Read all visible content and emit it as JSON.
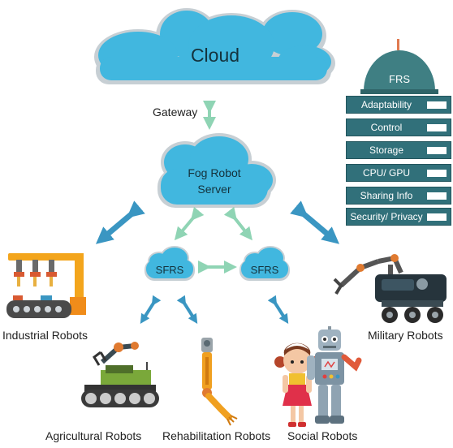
{
  "colors": {
    "cloud": "#41b7df",
    "cloud_outline": "#c7cfd4",
    "frs_panel": "#31707a",
    "arrow_light": "#8fd4b4",
    "arrow_blue": "#3a96c2"
  },
  "cloud": {
    "label": "Cloud"
  },
  "gateway": {
    "label": "Gateway"
  },
  "fog_server": {
    "line1": "Fog Robot",
    "line2": "Server"
  },
  "sfrs_left": {
    "label": "SFRS"
  },
  "sfrs_right": {
    "label": "SFRS"
  },
  "frs": {
    "title": "FRS",
    "rows": [
      "Adaptability",
      "Control",
      "Storage",
      "CPU/ GPU",
      "Sharing Info",
      "Security/ Privacy"
    ]
  },
  "robots": {
    "industrial": "Industrial Robots",
    "military": "Military Robots",
    "agricultural": "Agricultural Robots",
    "rehabilitation": "Rehabilitation Robots",
    "social": "Social Robots"
  }
}
